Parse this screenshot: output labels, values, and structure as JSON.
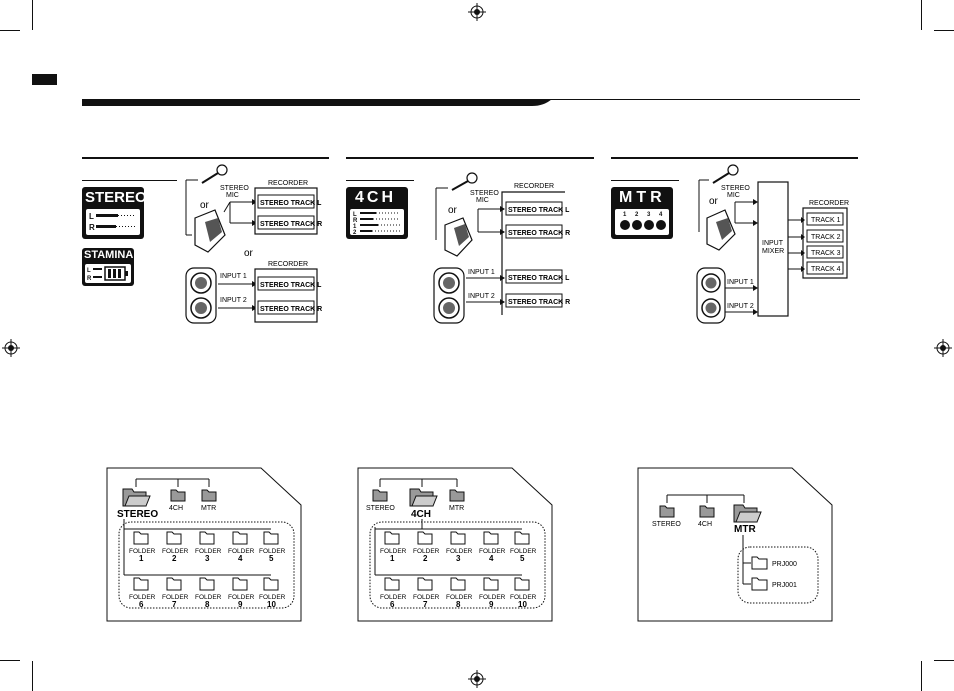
{
  "diagram1": {
    "mode_stereo": "STEREO",
    "mode_stamina": "STAMINA",
    "stereo_mic": [
      "STEREO",
      "MIC"
    ],
    "or_1": "or",
    "or_2": "or",
    "recorder_1": "RECORDER",
    "recorder_2": "RECORDER",
    "track_l": "STEREO TRACK L",
    "track_r": "STEREO TRACK R",
    "input_1": "INPUT 1",
    "input_2": "INPUT 2"
  },
  "diagram2": {
    "mode": "4CH",
    "stereo_mic": [
      "STEREO",
      "MIC"
    ],
    "or": "or",
    "recorder": "RECORDER",
    "track_l": "STEREO TRACK L",
    "track_r": "STEREO TRACK R",
    "input_1": "INPUT 1",
    "input_2": "INPUT 2"
  },
  "diagram3": {
    "mode": "MTR",
    "stereo_mic": [
      "STEREO",
      "MIC"
    ],
    "or": "or",
    "input_mixer": [
      "INPUT",
      "MIXER"
    ],
    "recorder": "RECORDER",
    "tracks": [
      "TRACK 1",
      "TRACK 2",
      "TRACK 3",
      "TRACK 4"
    ],
    "input_1": "INPUT 1",
    "input_2": "INPUT 2"
  },
  "folders": {
    "stereo": "STEREO",
    "ch4": "4CH",
    "mtr": "MTR",
    "folder_label": "FOLDER",
    "numbers": [
      "1",
      "2",
      "3",
      "4",
      "5",
      "6",
      "7",
      "8",
      "9",
      "10"
    ],
    "projects": [
      "PRJ000",
      "PRJ001"
    ]
  }
}
